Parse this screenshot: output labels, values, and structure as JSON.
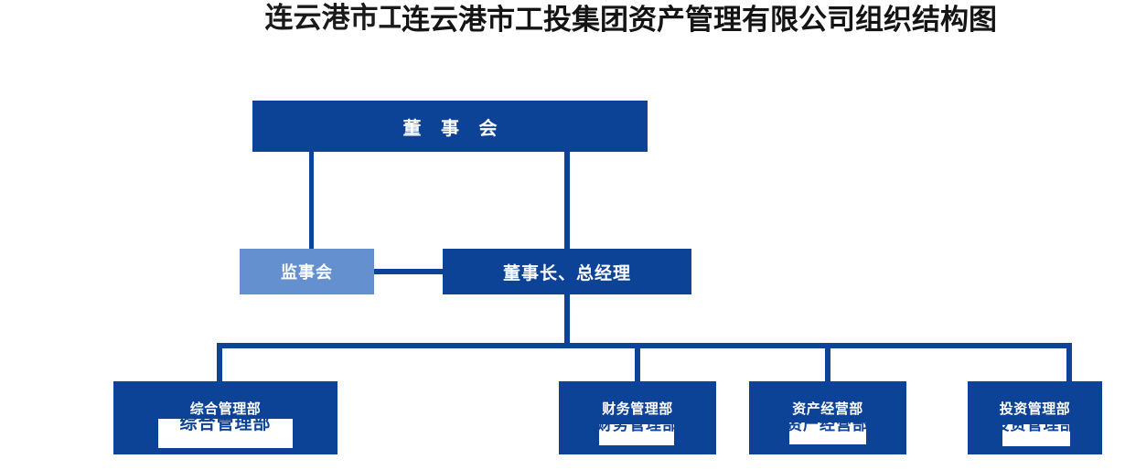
{
  "title": "连云港市工投集团资产管理有限公司组织结构图",
  "colors": {
    "primary_dark_blue": "#0c4396",
    "secondary_light_blue": "#6490cf",
    "box_text": "#ffffff",
    "title_text": "#1a1a1a",
    "background": "#ffffff"
  },
  "nodes": {
    "board": {
      "label": "董 事 会"
    },
    "supervisor": {
      "label": "监事会"
    },
    "chairman": {
      "label": "董事长、总经理"
    }
  },
  "departments": [
    {
      "label": "综合管理部"
    },
    {
      "label": "财务管理部"
    },
    {
      "label": "资产经营部"
    },
    {
      "label": "投资管理部"
    }
  ],
  "chart_data": {
    "type": "diagram",
    "diagram_kind": "organizational-chart",
    "title": "连云港市工投集团资产管理有限公司组织结构图",
    "levels": [
      {
        "level": 1,
        "nodes": [
          "董 事 会"
        ]
      },
      {
        "level": 2,
        "nodes": [
          "监事会",
          "董事长、总经理"
        ]
      },
      {
        "level": 3,
        "nodes": [
          "综合管理部",
          "财务管理部",
          "资产经营部",
          "投资管理部"
        ]
      }
    ],
    "edges": [
      {
        "from": "董 事 会",
        "to": "监事会"
      },
      {
        "from": "董 事 会",
        "to": "董事长、总经理"
      },
      {
        "from": "监事会",
        "to": "董事长、总经理"
      },
      {
        "from": "董事长、总经理",
        "to": "综合管理部"
      },
      {
        "from": "董事长、总经理",
        "to": "财务管理部"
      },
      {
        "from": "董事长、总经理",
        "to": "资产经营部"
      },
      {
        "from": "董事长、总经理",
        "to": "投资管理部"
      }
    ]
  }
}
